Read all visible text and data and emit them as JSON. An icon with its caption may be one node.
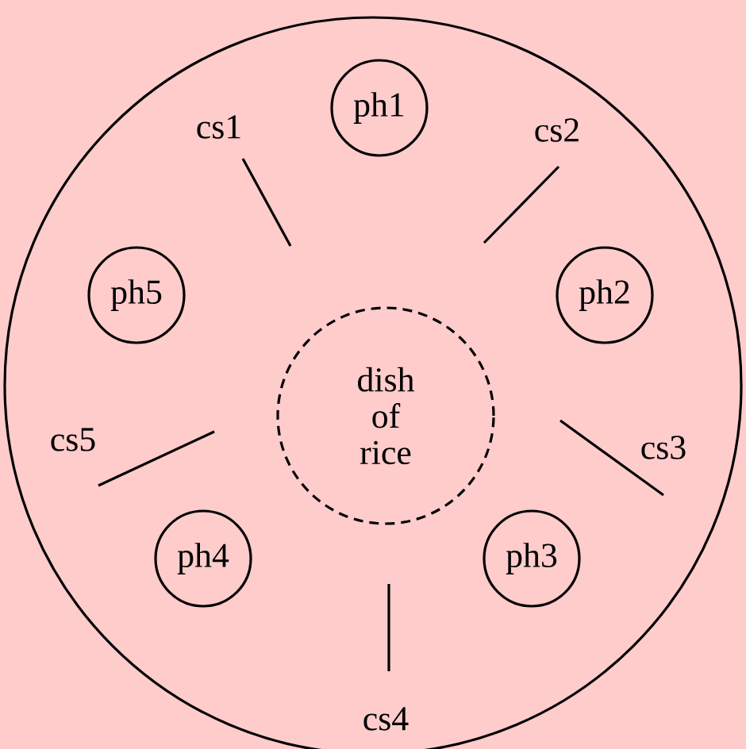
{
  "diagram": {
    "nodes": [
      {
        "text": [],
        "shape": "circle"
      },
      {
        "text": [
          "ph1"
        ],
        "in": 0
      },
      {
        "text": [
          "ph5"
        ],
        "in": 0
      },
      {
        "text": [
          "dish of rice"
        ],
        "in": 0
      },
      {
        "text": [
          "ph2"
        ],
        "in": 0
      },
      {
        "text": [
          "ph4"
        ],
        "in": 0
      },
      {
        "text": [
          "ph3"
        ],
        "in": 0
      }
    ],
    "edges": [],
    "labels": [
      "cs1",
      "cs2",
      "cs5",
      "cs3",
      "cs4"
    ]
  }
}
